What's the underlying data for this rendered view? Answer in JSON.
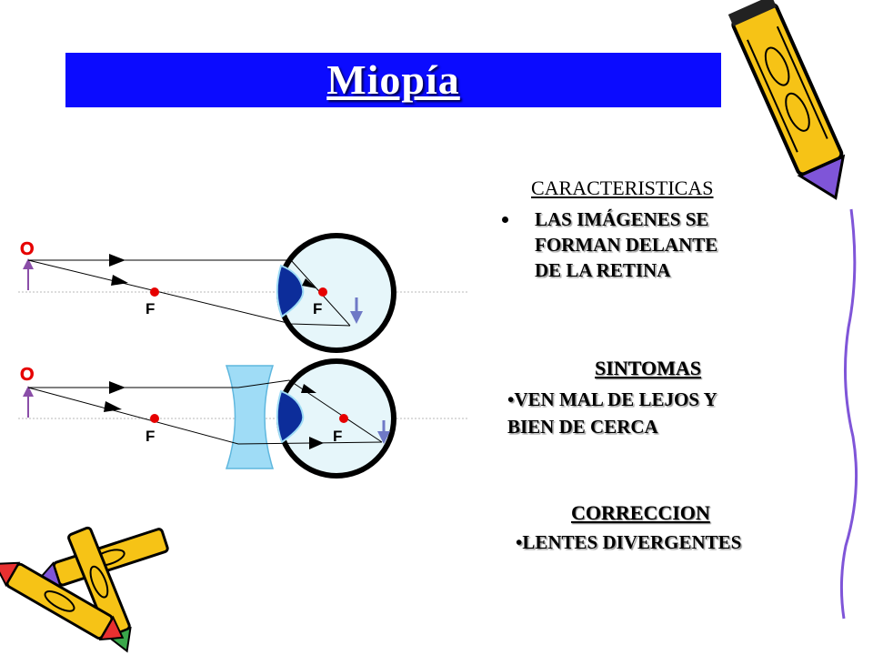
{
  "title": "Miopía",
  "caracteristicas": {
    "heading": "CARACTERISTICAS",
    "bullet_lines": [
      "LAS IMÁGENES SE",
      "FORMAN  DELANTE",
      "DE LA RETINA"
    ]
  },
  "sintomas": {
    "heading": "SINTOMAS",
    "line1": "•VEN MAL DE LEJOS Y",
    "line2": "BIEN DE CERCA"
  },
  "correccion": {
    "heading": "CORRECCION",
    "line1": "•LENTES DIVERGENTES"
  },
  "diagram": {
    "object_label": "O",
    "focus_label": "F",
    "colors": {
      "eye_fill": "#e6f6fa",
      "eye_stroke": "#000000",
      "lens_blue": "#0c2d9a",
      "focus_red": "#e60000",
      "object_arrow": "#8a4ea8",
      "image_arrow": "#6f79c6",
      "diverging_lens": "#9fdcf6",
      "optical_axis": "#b8b8b8"
    }
  },
  "decorations": [
    "pencil-icon",
    "crayons-icon",
    "wavy-border"
  ]
}
